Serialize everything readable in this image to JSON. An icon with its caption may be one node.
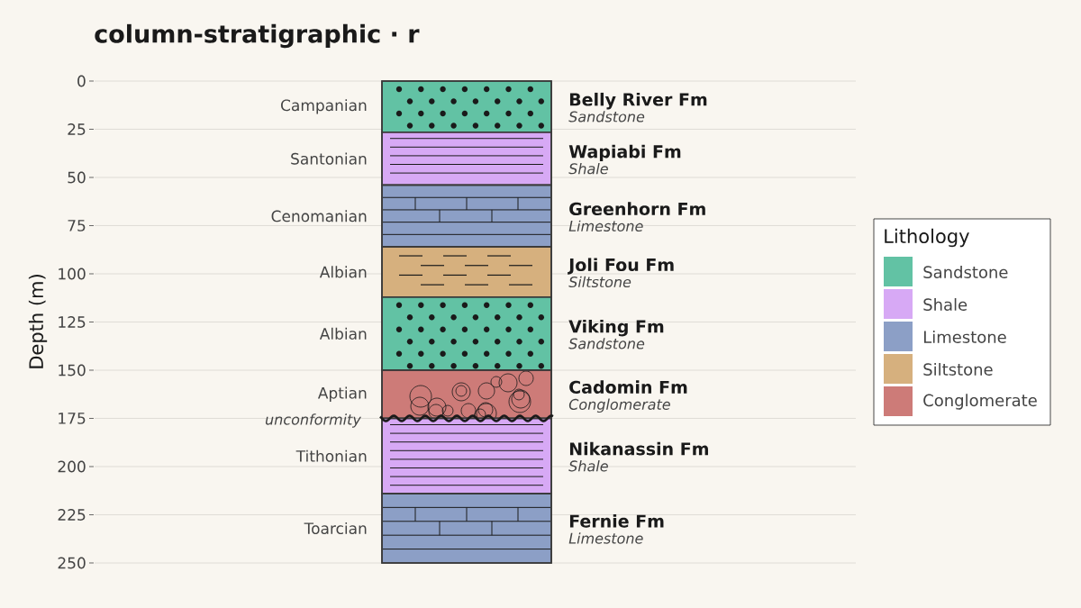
{
  "diagram": {
    "title": "column-stratigraphic · r",
    "nodes": [
      {
        "text": [
          "Belly River Fm",
          "Sandstone"
        ],
        "beside": [
          "Campanian"
        ]
      },
      {
        "text": [
          "Wapiabi Fm",
          "Shale"
        ],
        "beside": [
          "Santonian"
        ]
      },
      {
        "text": [
          "Greenhorn Fm",
          "Limestone"
        ],
        "beside": [
          "Cenomanian"
        ]
      },
      {
        "text": [
          "Joli Fou Fm",
          "Siltstone"
        ],
        "beside": [
          "Albian"
        ]
      },
      {
        "text": [
          "Viking Fm",
          "Sandstone"
        ],
        "beside": [
          "Albian"
        ]
      },
      {
        "text": [
          "Cadomin Fm",
          "Conglomerate"
        ],
        "beside": [
          "Aptian"
        ]
      },
      {
        "text": [
          "Nikanassin Fm",
          "Shale"
        ],
        "beside": [
          "Tithonian"
        ]
      },
      {
        "text": [
          "Fernie Fm",
          "Limestone"
        ],
        "beside": [
          "Toarcian"
        ]
      }
    ],
    "labels": [
      "0",
      "25",
      "50",
      "75",
      "100",
      "125",
      "150",
      "175",
      "200",
      "225",
      "250",
      "Depth (m)",
      "unconformity",
      "Lithology"
    ],
    "legend": [
      {
        "text": "Sandstone",
        "color": "#62c2a4"
      },
      {
        "text": "Shale",
        "color": "#d7a9f5"
      },
      {
        "text": "Limestone",
        "color": "#8c9fc6"
      },
      {
        "text": "Siltstone",
        "color": "#d6b07e"
      },
      {
        "text": "Conglomerate",
        "color": "#cd7b78"
      }
    ]
  }
}
